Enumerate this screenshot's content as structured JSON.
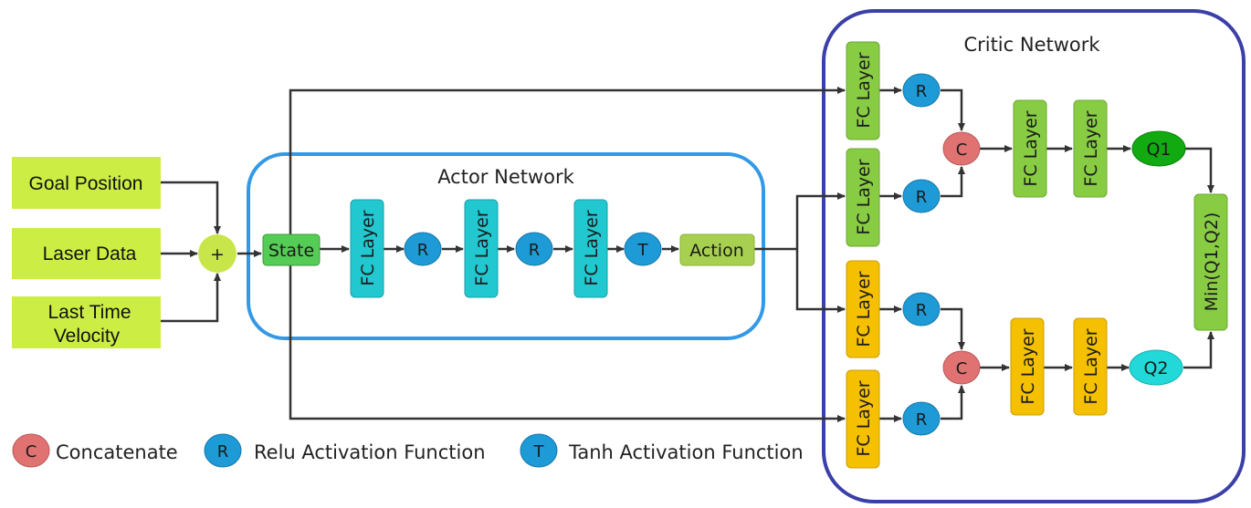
{
  "inputs": {
    "goal_position": "Goal Position",
    "laser_data": "Laser Data",
    "last_time_velocity_line1": "Last Time",
    "last_time_velocity_line2": "Velocity"
  },
  "sum_symbol": "+",
  "actor": {
    "title": "Actor Network",
    "state": "State",
    "fc_layer": "FC Layer",
    "relu": "R",
    "tanh": "T",
    "action": "Action"
  },
  "critic": {
    "title": "Critic Network",
    "fc_layer": "FC Layer",
    "relu": "R",
    "concat": "C",
    "q1": "Q1",
    "q2": "Q2",
    "min": "Min(Q1,Q2)"
  },
  "legend": {
    "concat_symbol": "C",
    "concat_label": "Concatenate",
    "relu_symbol": "R",
    "relu_label": "Relu Activation Function",
    "tanh_symbol": "T",
    "tanh_label": "Tanh Activation Function"
  },
  "colors": {
    "input_box": "#ccee44",
    "sum_node": "#c8e64a",
    "state_box": "#55cc55",
    "actor_fc": "#22c8d0",
    "activation": "#1e9ad6",
    "action_box": "#a8d050",
    "actor_frame": "#3399e6",
    "critic_frame": "#3b3fa8",
    "critic_fc_green": "#88cc44",
    "critic_fc_yellow": "#f5c000",
    "concat": "#e07272",
    "q1": "#11aa11",
    "q2": "#22d8d8",
    "min_box": "#88cc44"
  }
}
